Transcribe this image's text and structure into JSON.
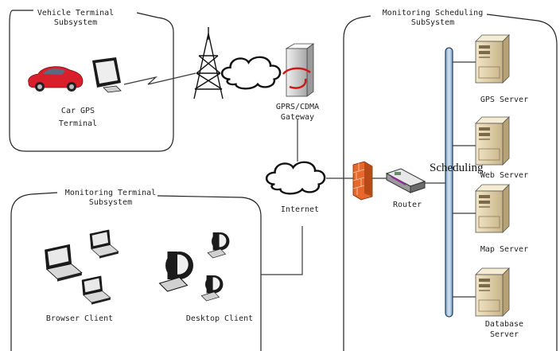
{
  "groups": {
    "vehicle": "Vehicle Terminal\nSubsystem",
    "monitoring_terminal": "Monitoring Terminal\nSubsystem",
    "scheduling": "Monitoring Scheduling\nSubSystem"
  },
  "nodes": {
    "car_gps": "Car GPS\nTerminal",
    "gateway": "GPRS/CDMA\nGateway",
    "internet": "Internet",
    "router": "Router",
    "bus": "Scheduling",
    "gps_server": "GPS Server",
    "web_server": "Web Server",
    "map_server": "Map Server",
    "db_server": "Database\nServer",
    "browser_client": "Browser Client",
    "desktop_client": "Desktop Client"
  },
  "icons": {
    "car": "car-icon",
    "monitor": "monitor-icon",
    "tower": "antenna-tower-icon",
    "cloud": "cloud-icon",
    "gateway": "gateway-server-icon",
    "firewall": "firewall-icon",
    "router": "router-icon",
    "server": "server-tower-icon",
    "laptop": "laptop-icon",
    "desktop": "desktop-computer-icon"
  },
  "colors": {
    "line": "#3a3a3a",
    "car": "#d9202a",
    "server_body": "#ead9b2",
    "firewall": "#e8672a",
    "bus": "#a9c4de"
  }
}
